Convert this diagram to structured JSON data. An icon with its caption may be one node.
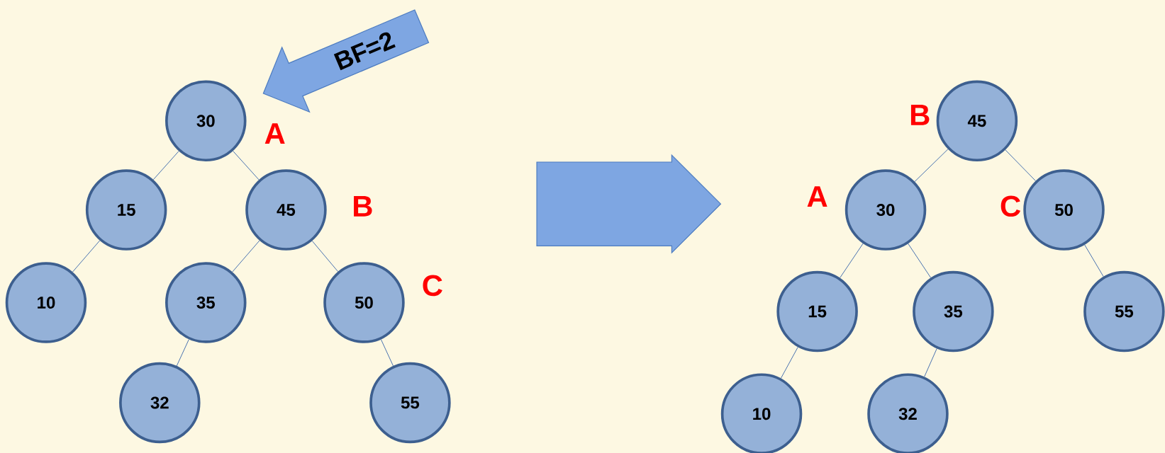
{
  "diagram": {
    "nodes": [
      {
        "text": [
          "30"
        ],
        "beside": [
          "A"
        ]
      },
      {
        "text": [
          "15"
        ]
      },
      {
        "text": [
          "45"
        ],
        "beside": [
          "B"
        ]
      },
      {
        "text": [
          "10"
        ]
      },
      {
        "text": [
          "35"
        ]
      },
      {
        "text": [
          "50"
        ],
        "beside": [
          "C"
        ]
      },
      {
        "text": [
          "32"
        ]
      },
      {
        "text": [
          "55"
        ]
      },
      {
        "text": [
          "45"
        ],
        "beside": [
          "B"
        ]
      },
      {
        "text": [
          "30"
        ],
        "beside": [
          "A"
        ]
      },
      {
        "text": [
          "50"
        ],
        "beside": [
          "C"
        ]
      },
      {
        "text": [
          "15"
        ]
      },
      {
        "text": [
          "35"
        ]
      },
      {
        "text": [
          "55"
        ]
      },
      {
        "text": [
          "10"
        ]
      },
      {
        "text": [
          "32"
        ]
      },
      {
        "text": [
          "BF=2"
        ]
      },
      {
        "text": [],
        "shape": "arrow"
      }
    ],
    "edges": [
      {
        "from": 0,
        "to": 1,
        "arrow": "none"
      },
      {
        "from": 0,
        "to": 2,
        "arrow": "none"
      },
      {
        "from": 1,
        "to": 3,
        "arrow": "none"
      },
      {
        "from": 2,
        "to": 4,
        "arrow": "none"
      },
      {
        "from": 2,
        "to": 5,
        "arrow": "none"
      },
      {
        "from": 4,
        "to": 6,
        "arrow": "none"
      },
      {
        "from": 5,
        "to": 7,
        "arrow": "none"
      },
      {
        "from": 8,
        "to": 9,
        "arrow": "none"
      },
      {
        "from": 8,
        "to": 10,
        "arrow": "none"
      },
      {
        "from": 9,
        "to": 11,
        "arrow": "none"
      },
      {
        "from": 9,
        "to": 12,
        "arrow": "none"
      },
      {
        "from": 10,
        "to": 13,
        "arrow": "none"
      },
      {
        "from": 11,
        "to": 14,
        "arrow": "none"
      },
      {
        "from": 12,
        "to": 15,
        "arrow": "none"
      }
    ]
  }
}
